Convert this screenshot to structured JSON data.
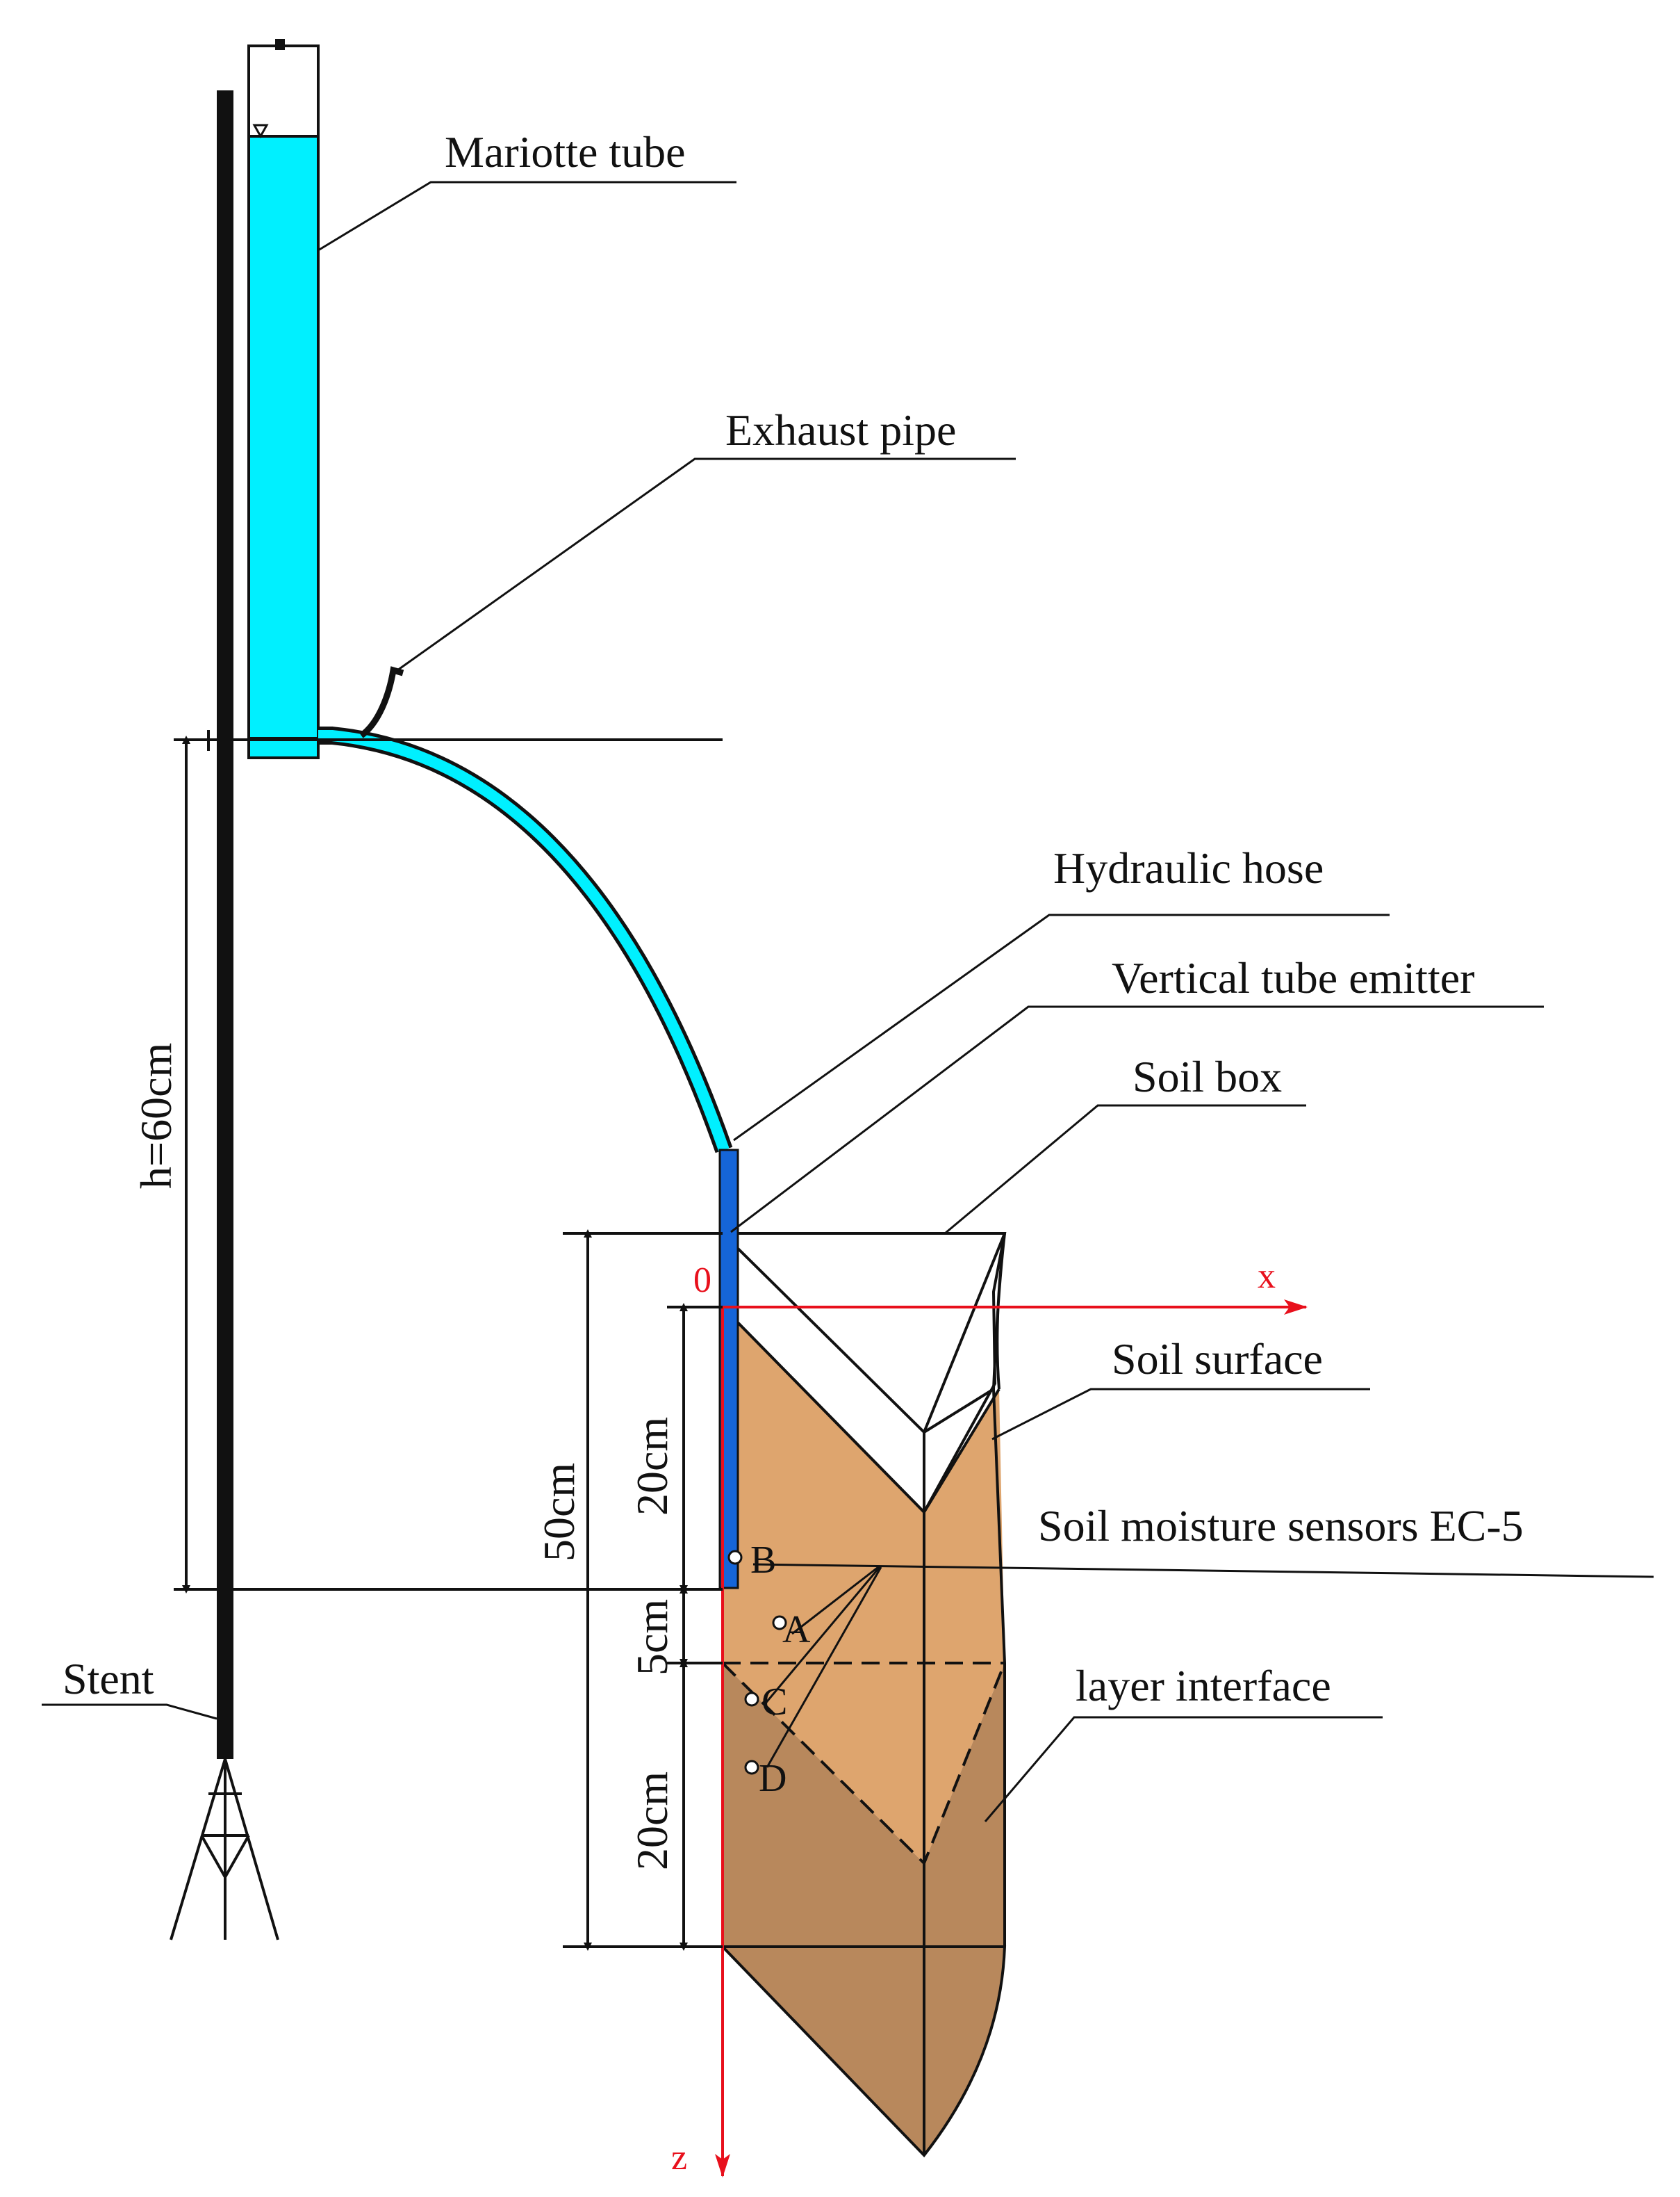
{
  "labels": {
    "mariotte_tube": "Mariotte tube",
    "exhaust_pipe": "Exhaust pipe",
    "hydraulic_hose": "Hydraulic hose",
    "vertical_tube_emitter": "Vertical tube emitter",
    "soil_box": "Soil box",
    "soil_surface": "Soil surface",
    "soil_moisture_sensors": "Soil moisture sensors  EC-5",
    "layer_interface": "layer interface",
    "stent": "Stent"
  },
  "dimensions": {
    "head_height": "h=60cm",
    "box_depth": "50cm",
    "upper_20": "20cm",
    "gap_5": "5cm",
    "lower_20": "20cm"
  },
  "axes": {
    "origin": "0",
    "x": "x",
    "z": "z"
  },
  "sensors": [
    "A",
    "B",
    "C",
    "D"
  ],
  "colors": {
    "water": "#00f0ff",
    "emitter": "#1565d8",
    "soil_upper": "#dea56e",
    "soil_lower": "#b8885c",
    "axis": "#e8101c",
    "line": "#111111"
  }
}
